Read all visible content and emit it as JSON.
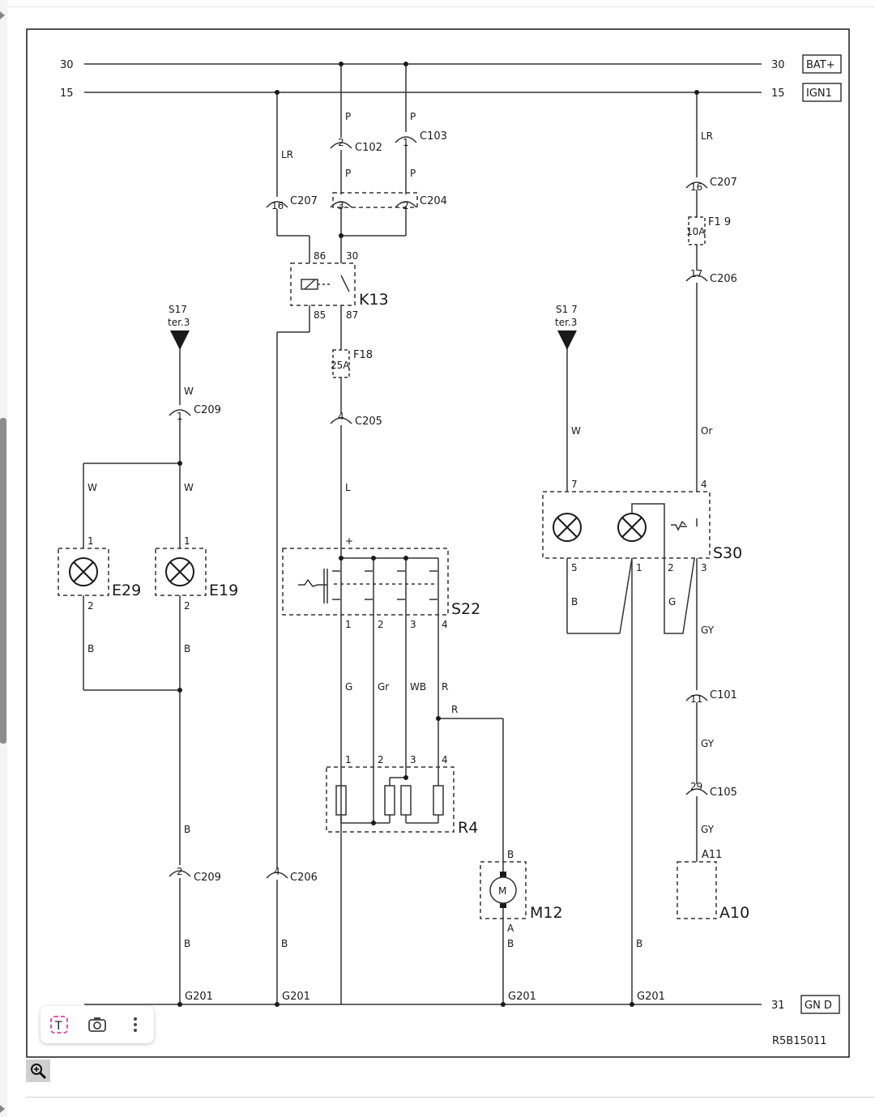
{
  "diagram": {
    "rails": {
      "b30": "30",
      "b15": "15",
      "b31": "31",
      "bat": "BAT+",
      "ign": "IGN1",
      "gnd": "GN D"
    },
    "code": "R5B15011",
    "components": {
      "k13": "K13",
      "e29": "E29",
      "e19": "E19",
      "s22": "S22",
      "r4": "R4",
      "m12": "M12",
      "m": "M",
      "s30": "S30",
      "a10": "A10",
      "f18": "F18",
      "f18a": "25A",
      "f19": "F1 9",
      "f19a": "10A",
      "s17l": "S17",
      "s17r": "S1 7",
      "ter": "ter.3"
    },
    "connectors": {
      "c102": "C102",
      "c103": "C103",
      "c207": "C207",
      "c204": "C204",
      "c206": "C206",
      "c209": "C209",
      "c205": "C205",
      "c101": "C101",
      "c105": "C105",
      "g201": "G201",
      "a11": "A11"
    },
    "wires": {
      "P": "P",
      "LR": "LR",
      "W": "W",
      "B": "B",
      "L": "L",
      "G": "G",
      "Gr": "Gr",
      "WB": "WB",
      "R": "R",
      "Or": "Or",
      "GY": "GY",
      "A": "A"
    },
    "pins": {
      "p1": "1",
      "p2": "2",
      "p3": "3",
      "p4": "4",
      "p5": "5",
      "p7": "7",
      "p11": "11",
      "p16": "16",
      "p17": "17",
      "p29": "29",
      "p30": "30",
      "p85": "85",
      "p86": "86",
      "p87": "87",
      "plus": "+"
    }
  },
  "toolbar": {
    "text_icon": "text-select-icon",
    "lens_icon": "camera-lens-icon",
    "more_icon": "more-vertical-icon"
  },
  "zoom": {
    "icon": "zoom-in-icon"
  }
}
